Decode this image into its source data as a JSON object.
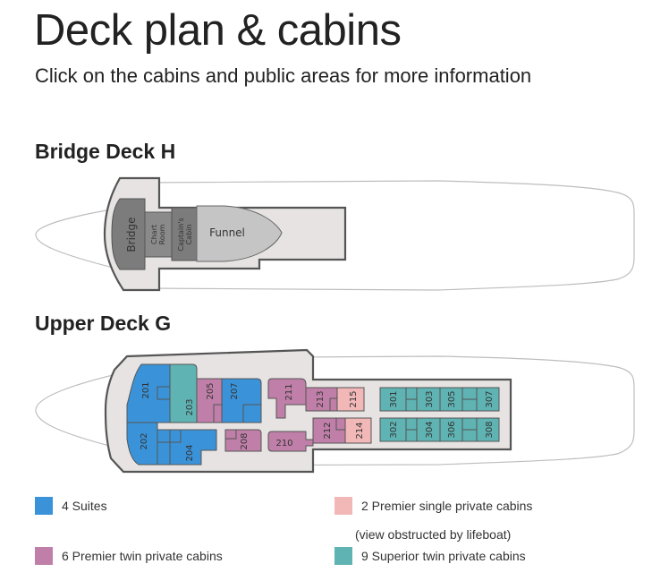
{
  "page": {
    "title": "Deck plan & cabins",
    "subtitle": "Click on the cabins and public areas for more information"
  },
  "colors": {
    "suite": "#3a92d8",
    "premier_twin": "#c07fa8",
    "premier_single": "#f2b8b8",
    "superior_twin": "#5fb3b3",
    "deck_fill": "#e6e3e2",
    "deck_outline": "#555555",
    "bridge_dark": "#7c7c7c",
    "funnel": "#c5c5c5"
  },
  "decks": [
    {
      "name": "Bridge Deck H",
      "areas": [
        {
          "id": "bridge",
          "label": "Bridge"
        },
        {
          "id": "chart-room",
          "label_lines": [
            "Chart",
            "Room"
          ]
        },
        {
          "id": "captains-cabin",
          "label_lines": [
            "Captain's",
            "Cabin"
          ]
        },
        {
          "id": "funnel",
          "label": "Funnel"
        }
      ]
    },
    {
      "name": "Upper Deck G",
      "cabins": [
        {
          "number": "201",
          "type": "suite"
        },
        {
          "number": "202",
          "type": "suite"
        },
        {
          "number": "203",
          "type": "superior_twin"
        },
        {
          "number": "204",
          "type": "suite"
        },
        {
          "number": "205",
          "type": "premier_twin"
        },
        {
          "number": "207",
          "type": "suite"
        },
        {
          "number": "208",
          "type": "premier_twin"
        },
        {
          "number": "210",
          "type": "premier_twin"
        },
        {
          "number": "211",
          "type": "premier_twin"
        },
        {
          "number": "212",
          "type": "premier_twin"
        },
        {
          "number": "213",
          "type": "premier_twin"
        },
        {
          "number": "214",
          "type": "premier_single"
        },
        {
          "number": "215",
          "type": "premier_single"
        },
        {
          "number": "301",
          "type": "superior_twin"
        },
        {
          "number": "302",
          "type": "superior_twin"
        },
        {
          "number": "303",
          "type": "superior_twin"
        },
        {
          "number": "304",
          "type": "superior_twin"
        },
        {
          "number": "305",
          "type": "superior_twin"
        },
        {
          "number": "306",
          "type": "superior_twin"
        },
        {
          "number": "307",
          "type": "superior_twin"
        },
        {
          "number": "308",
          "type": "superior_twin"
        }
      ]
    }
  ],
  "legend": [
    {
      "type": "suite",
      "label": "4 Suites"
    },
    {
      "type": "premier_single",
      "label": "2 Premier single private cabins",
      "note": "(view obstructed by lifeboat)"
    },
    {
      "type": "premier_twin",
      "label": "6 Premier twin private cabins"
    },
    {
      "type": "superior_twin",
      "label": "9 Superior twin private cabins"
    }
  ]
}
